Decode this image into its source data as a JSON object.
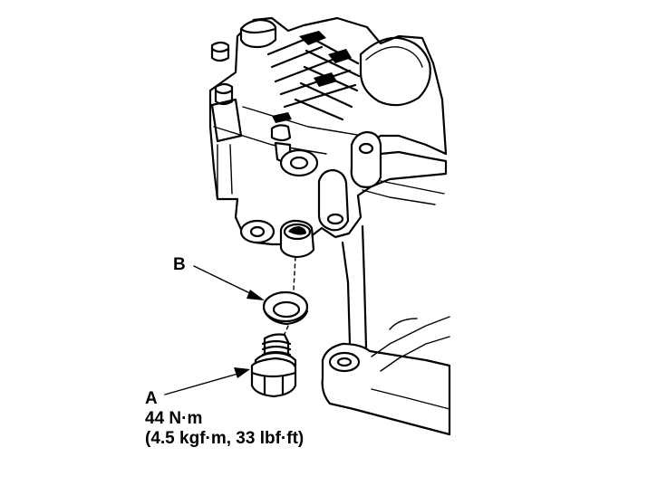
{
  "diagram": {
    "callouts": {
      "b": "B",
      "a": "A"
    },
    "torque": {
      "metric": "44 N·m",
      "alternate": "(4.5 kgf·m, 33 lbf·ft)"
    }
  }
}
